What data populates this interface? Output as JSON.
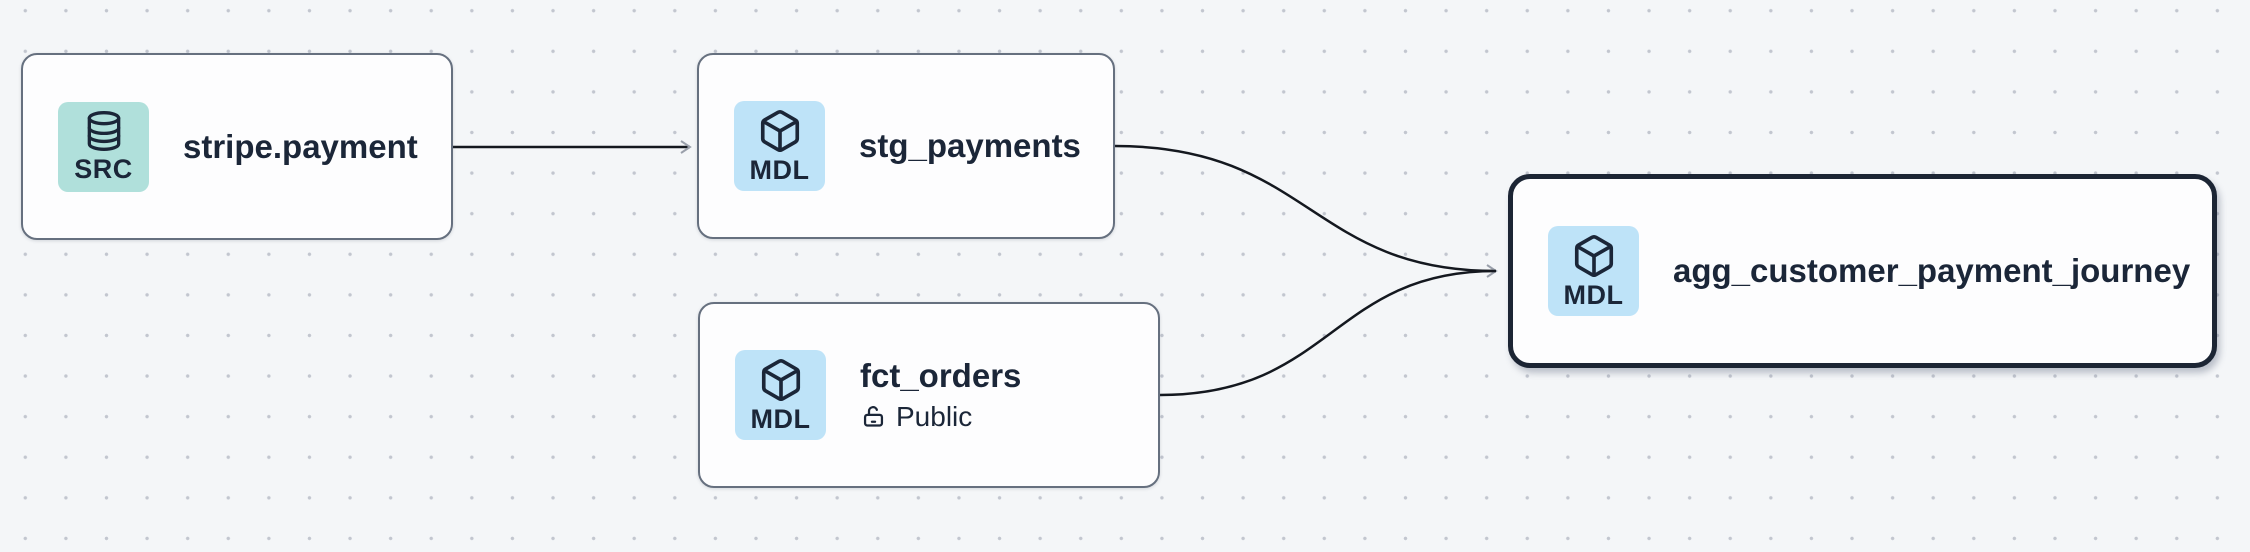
{
  "app": {
    "view": "data-lineage-graph"
  },
  "palette": {
    "canvas_background": "#f4f6f8",
    "grid_dot_color": "#c2c6cf",
    "node_fill": "#fdfdfe",
    "node_border": "#66707f",
    "selected_node_border": "#1c2534",
    "edge_color": "#14181f",
    "arrowhead_color": "#9aa0ab",
    "text_color": "#1b2638",
    "source_badge_bg": "#b0e0db",
    "model_badge_bg": "#bee3f8"
  },
  "nodes": [
    {
      "id": "stripe.payment",
      "title": "stripe.payment",
      "type_badge": "SRC",
      "type_icon": "database-icon",
      "selected": false
    },
    {
      "id": "stg_payments",
      "title": "stg_payments",
      "type_badge": "MDL",
      "type_icon": "cube-icon",
      "selected": false
    },
    {
      "id": "fct_orders",
      "title": "fct_orders",
      "type_badge": "MDL",
      "type_icon": "cube-icon",
      "visibility": "Public",
      "visibility_icon": "lock-open-icon",
      "selected": false
    },
    {
      "id": "agg_customer_payment_journey",
      "title": "agg_customer_payment_journey",
      "type_badge": "MDL",
      "type_icon": "cube-icon",
      "selected": true
    }
  ],
  "edges": [
    {
      "from": "stripe.payment",
      "to": "stg_payments"
    },
    {
      "from": "stg_payments",
      "to": "agg_customer_payment_journey"
    },
    {
      "from": "fct_orders",
      "to": "agg_customer_payment_journey"
    }
  ]
}
